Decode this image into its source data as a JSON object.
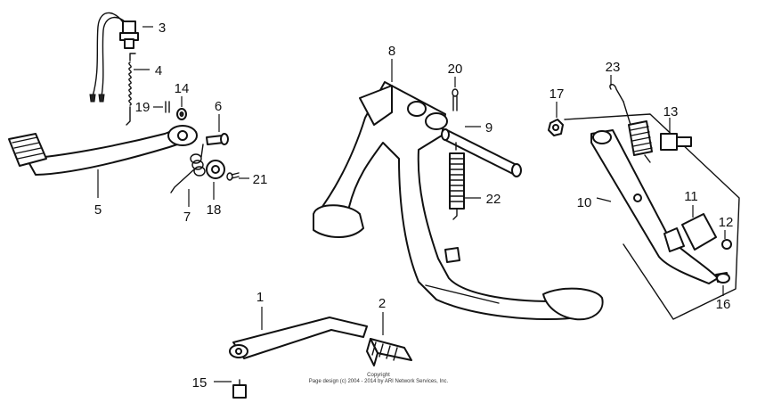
{
  "callouts": [
    {
      "id": "1",
      "text": "1"
    },
    {
      "id": "2",
      "text": "2"
    },
    {
      "id": "3",
      "text": "3"
    },
    {
      "id": "4",
      "text": "4"
    },
    {
      "id": "5",
      "text": "5"
    },
    {
      "id": "6",
      "text": "6"
    },
    {
      "id": "7",
      "text": "7"
    },
    {
      "id": "8",
      "text": "8"
    },
    {
      "id": "9",
      "text": "9"
    },
    {
      "id": "10",
      "text": "10"
    },
    {
      "id": "11",
      "text": "11"
    },
    {
      "id": "12",
      "text": "12"
    },
    {
      "id": "13",
      "text": "13"
    },
    {
      "id": "14",
      "text": "14"
    },
    {
      "id": "15",
      "text": "15"
    },
    {
      "id": "16",
      "text": "16"
    },
    {
      "id": "17",
      "text": "17"
    },
    {
      "id": "18",
      "text": "18"
    },
    {
      "id": "19",
      "text": "19"
    },
    {
      "id": "20",
      "text": "20"
    },
    {
      "id": "21",
      "text": "21"
    },
    {
      "id": "22",
      "text": "22"
    },
    {
      "id": "23",
      "text": "23"
    }
  ],
  "copyright": {
    "line1": "Copyright",
    "line2": "Page design (c) 2004 - 2014 by ARI Network Services, Inc."
  }
}
